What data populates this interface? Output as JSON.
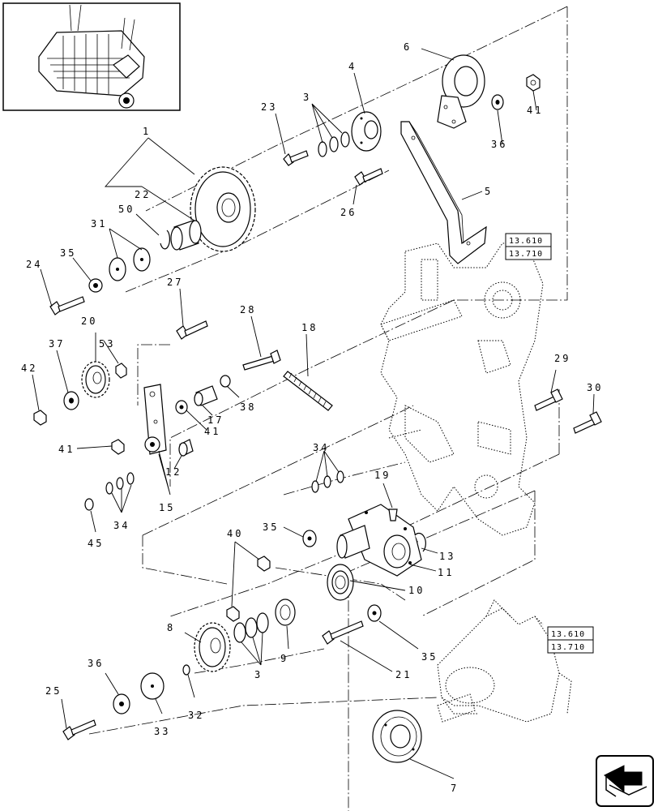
{
  "callouts": {
    "c1": "1",
    "c3a": "3",
    "c3b": "3",
    "c4": "4",
    "c5": "5",
    "c6": "6",
    "c7": "7",
    "c8": "8",
    "c9": "9",
    "c10": "10",
    "c11": "11",
    "c12": "12",
    "c13": "13",
    "c15": "15",
    "c17": "17",
    "c18": "18",
    "c19": "19",
    "c20": "20",
    "c21": "21",
    "c22": "22",
    "c23": "23",
    "c24": "24",
    "c25": "25",
    "c26": "26",
    "c27": "27",
    "c28": "28",
    "c29": "29",
    "c30": "30",
    "c31": "31",
    "c32": "32",
    "c33": "33",
    "c34a": "34",
    "c34b": "34",
    "c35a": "35",
    "c35b": "35",
    "c35c": "35",
    "c36a": "36",
    "c36b": "36",
    "c37": "37",
    "c38": "38",
    "c40": "40",
    "c41a": "41",
    "c41b": "41",
    "c41c": "41",
    "c42": "42",
    "c45": "45",
    "c50": "50",
    "c53": "53"
  },
  "references": {
    "ref1_top": "13.610",
    "ref1_bottom": "13.710",
    "ref2_top": "13.610",
    "ref2_bottom": "13.710"
  },
  "icons": {
    "thumbnail": "machine-thumbnail-icon",
    "navigation": "next-page-arrow-icon"
  }
}
